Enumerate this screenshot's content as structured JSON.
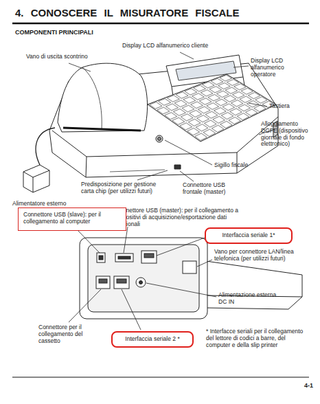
{
  "diagram": {
    "title": "4. CONOSCERE IL MISURATORE FISCALE",
    "nodes": [
      {
        "text": [
          "Connettore USB (slave): per il collegamento al computer"
        ]
      },
      {
        "text": [
          "Interfaccia seriale 1*"
        ]
      },
      {
        "text": [
          "Interfaccia seriale 2 *"
        ]
      }
    ],
    "labels": [
      "COMPONENTI PRINCIPALI",
      "Display LCD alfanumerico cliente",
      "Vano di uscita scontrino",
      "Display LCD alfanumerico operatore",
      "Tastiera",
      "Alloggiamento DGFE (dispositivo giornale di fondo elettronico)",
      "Sigillo fiscale",
      "Predisposizione per gestione carta chip (per utilizzi futuri)",
      "Connettore USB frontale (master)",
      "Alimentatore esterno",
      "Connettore USB (master): per il collegamento a dispositivi di acquisizione/esportazione dati gestionali",
      "Vano per connettore LAN/linea telefonica (per utilizzi futuri)",
      "Alimentazione esterna DC IN",
      "Connettore per il collegamento del cassetto",
      "* Interfacce seriali per il collegamento del lettore di codici a barre, del computer e della slip printer",
      "4-1"
    ]
  }
}
